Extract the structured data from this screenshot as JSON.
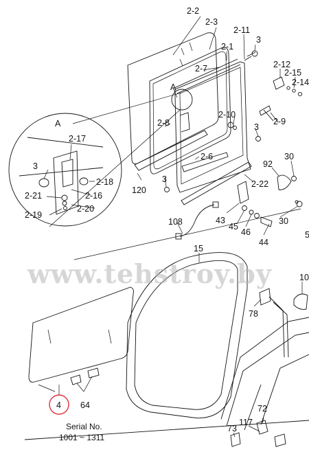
{
  "labels": {
    "l2_2": "2-2",
    "l2_3": "2-3",
    "l2_11": "2-11",
    "l2_1": "2-1",
    "l3a": "3",
    "l2_7": "2-7",
    "l2_12": "2-12",
    "l2_15": "2-15",
    "l2_14": "2-14",
    "lA1": "A",
    "lA2": "A",
    "l2_8": "2-8",
    "l2_10": "2-10",
    "l2_9": "2-9",
    "l3b": "3",
    "l2_17": "2-17",
    "l2_6": "2-6",
    "l30a": "30",
    "l92": "92",
    "l3c": "3",
    "l2_18": "2-18",
    "l120": "120",
    "l2_22": "2-22",
    "l3d": "3",
    "l2_21": "2-21",
    "l2_16": "2-16",
    "l2_20": "2-20",
    "l2_19": "2-19",
    "l43": "43",
    "l30b": "30",
    "l108": "108",
    "l45": "45",
    "l46": "46",
    "l5": "5",
    "l44": "44",
    "l15": "15",
    "l10": "10",
    "l78": "78",
    "l4": "4",
    "l64": "64",
    "l72": "72",
    "l117": "117",
    "l73": "73"
  },
  "serial": {
    "title": "Serial No.",
    "range": "1001 ~ 1311"
  },
  "watermark": "www.tehstroy.by",
  "colors": {
    "line": "#111111",
    "highlight": "#e0303a",
    "watermark": "#b4b4b4"
  }
}
